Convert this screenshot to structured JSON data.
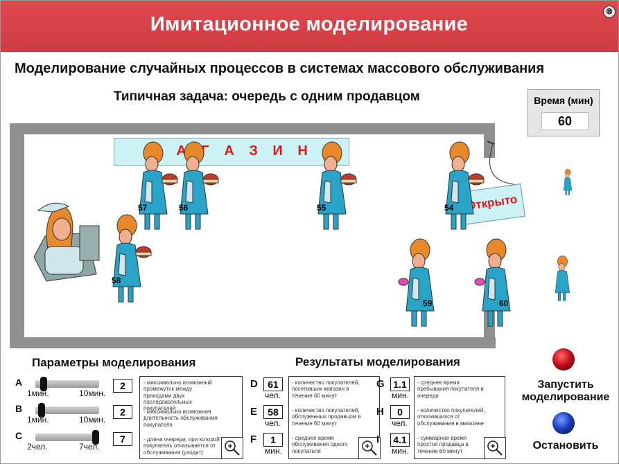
{
  "window": {
    "title": "Имитационное моделирование",
    "close_glyph": "⊗"
  },
  "header": {
    "subtitle": "Моделирование случайных процессов в системах массового обслуживания",
    "task": "Типичная задача: очередь с одним продавцом"
  },
  "time_panel": {
    "label": "Время (мин)",
    "value": "60"
  },
  "scene": {
    "store_sign": "М А Г А З И Н",
    "open_sign": "Открыто",
    "customers": [
      {
        "num": "57"
      },
      {
        "num": "56"
      },
      {
        "num": "55"
      },
      {
        "num": "54"
      },
      {
        "num": "58"
      },
      {
        "num": "59"
      },
      {
        "num": "60"
      }
    ]
  },
  "parameters": {
    "heading": "Параметры моделирования",
    "items": [
      {
        "letter": "A",
        "min_label": "1мин.",
        "max_label": "10мин.",
        "value": "2",
        "level": 0.08,
        "desc": "- максимально возможный промежуток между приходами двух последовательных покупателей"
      },
      {
        "letter": "B",
        "min_label": "1мин.",
        "max_label": "10мин.",
        "value": "2",
        "level": 0.05,
        "desc": "- максимально возможная длительность обслуживания покупателя"
      },
      {
        "letter": "C",
        "min_label": "2чел.",
        "max_label": "7чел.",
        "value": "7",
        "level": 1.0,
        "desc": "- длина очереди, при которой покупатель отказывается от обслуживания (уходит)"
      }
    ]
  },
  "results": {
    "heading": "Результаты моделирования",
    "col1": [
      {
        "letter": "D",
        "value": "61",
        "unit": "чел.",
        "desc": "- количество покупателей, посетивших магазин в течение 60 минут"
      },
      {
        "letter": "E",
        "value": "58",
        "unit": "чел.",
        "desc": "- количество покупателей, обслуженных продавцом в течение 60 минут"
      },
      {
        "letter": "F",
        "value": "1",
        "unit": "мин.",
        "desc": "- среднее время обслуживания одного покупателя"
      }
    ],
    "col2": [
      {
        "letter": "G",
        "value": "1.1",
        "unit": "мин.",
        "desc": "- среднее время пребывания покупателя в очереди"
      },
      {
        "letter": "H",
        "value": "0",
        "unit": "чел.",
        "desc": "- количество покупателей, отказавшихся от обслуживания в магазине"
      },
      {
        "letter": "I",
        "value": "4.1",
        "unit": "мин.",
        "desc": "- суммарное время простоя продавца в течение 60 минут"
      }
    ]
  },
  "controls": {
    "start_label": "Запустить моделирование",
    "stop_label": "Остановить",
    "start_color": "#c8101a",
    "stop_color": "#1c3fc4"
  },
  "colors": {
    "banner": "#d8424a",
    "dress": "#2aa3c9",
    "hair": "#e7882a",
    "wall": "#8f8f8f",
    "sign_bg": "#ccf2f4",
    "sign_text": "#e0191f"
  },
  "icons": [
    "close-icon",
    "zoom-icon",
    "record-button-icon"
  ]
}
